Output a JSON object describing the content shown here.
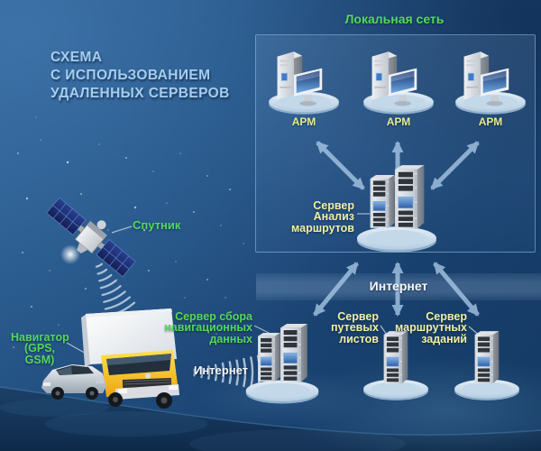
{
  "title": {
    "line1": "СХЕМА",
    "line2": "С ИСПОЛЬЗОВАНИЕМ",
    "line3": "УДАЛЕННЫХ СЕРВЕРОВ"
  },
  "local_network": {
    "label": "Локальная сеть",
    "workstations": [
      {
        "label": "АРМ"
      },
      {
        "label": "АРМ"
      },
      {
        "label": "АРМ"
      }
    ],
    "server_label": {
      "line1": "Сервер",
      "line2": "Анализ маршрутов"
    }
  },
  "internet_band": {
    "label": "Интернет"
  },
  "remote_servers": {
    "nav_data": {
      "line1": "Сервер сбора",
      "line2": "навигационных",
      "line3": "данных"
    },
    "waybills": {
      "line1": "Сервер",
      "line2": "путевых",
      "line3": "листов"
    },
    "route_tasks": {
      "line1": "Сервер",
      "line2": "маршрутных",
      "line3": "заданий"
    }
  },
  "satellite": {
    "label": "Спутник"
  },
  "vehicle": {
    "navigator": {
      "line1": "Навигатор",
      "line2": "(GPS, GSM)"
    },
    "internet_label": "Интернет"
  },
  "colors": {
    "background": "#1e4a7a",
    "accent_green": "#55d859",
    "accent_yellow": "#f0efa0",
    "title_blue": "#a6cdee",
    "arrow_blue": "#a9c9e7",
    "white_label": "#f4f8fc"
  }
}
